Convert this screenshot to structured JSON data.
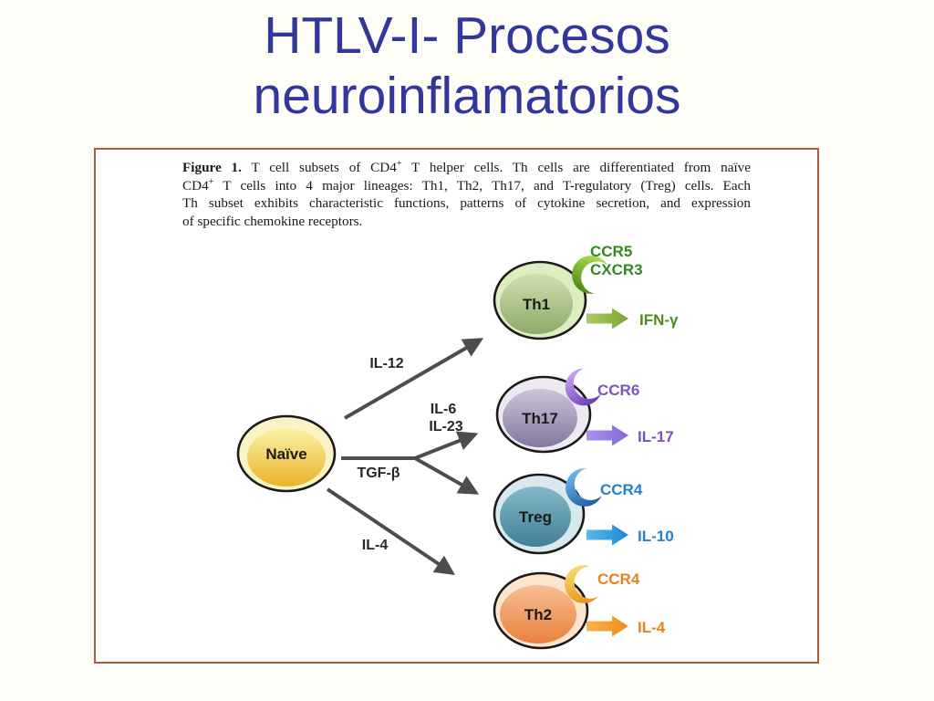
{
  "slide": {
    "title": [
      "HTLV-I- Procesos",
      "neuroinflamatorios"
    ]
  },
  "colors": {
    "title_text": "#32379B",
    "panel_border": "#AC5C3B",
    "arrow_gray": "#4D4D4D",
    "th1_accent": "#2E8A1E",
    "th17_accent": "#7B52C0",
    "treg_accent": "#2380CC",
    "th2_accent": "#E8801E",
    "naive_fill": "#EBB32A"
  },
  "figure": {
    "caption": {
      "line1": {
        "bold": "Figure 1.",
        "a": " T cell subsets of CD4",
        "sup": "+",
        "b": " T helper cells. Th cells are differentiated from naïve"
      },
      "line2": {
        "a": "CD4",
        "sup": "+",
        "b": " T cells into 4 major lineages: Th1, Th2, Th17, and T-regulatory (Treg) cells. Each"
      },
      "line3": "Th subset exhibits characteristic functions, patterns of cytokine secretion, and expression",
      "line4": "of specific chemokine receptors."
    },
    "cells": {
      "naive": {
        "label": "Naïve"
      },
      "th1": {
        "label": "Th1",
        "receptor1": "CCR5",
        "receptor2": "CXCR3",
        "cytokine": "IFN-γ"
      },
      "th17": {
        "label": "Th17",
        "receptor1": "CCR6",
        "cytokine": "IL-17"
      },
      "treg": {
        "label": "Treg",
        "receptor1": "CCR4",
        "cytokine": "IL-10"
      },
      "th2": {
        "label": "Th2",
        "receptor1": "CCR4",
        "cytokine": "IL-4"
      }
    },
    "inducers": {
      "il12": "IL-12",
      "il6": "IL-6",
      "il23": "IL-23",
      "tgfb": "TGF-β",
      "il4": "IL-4"
    }
  }
}
